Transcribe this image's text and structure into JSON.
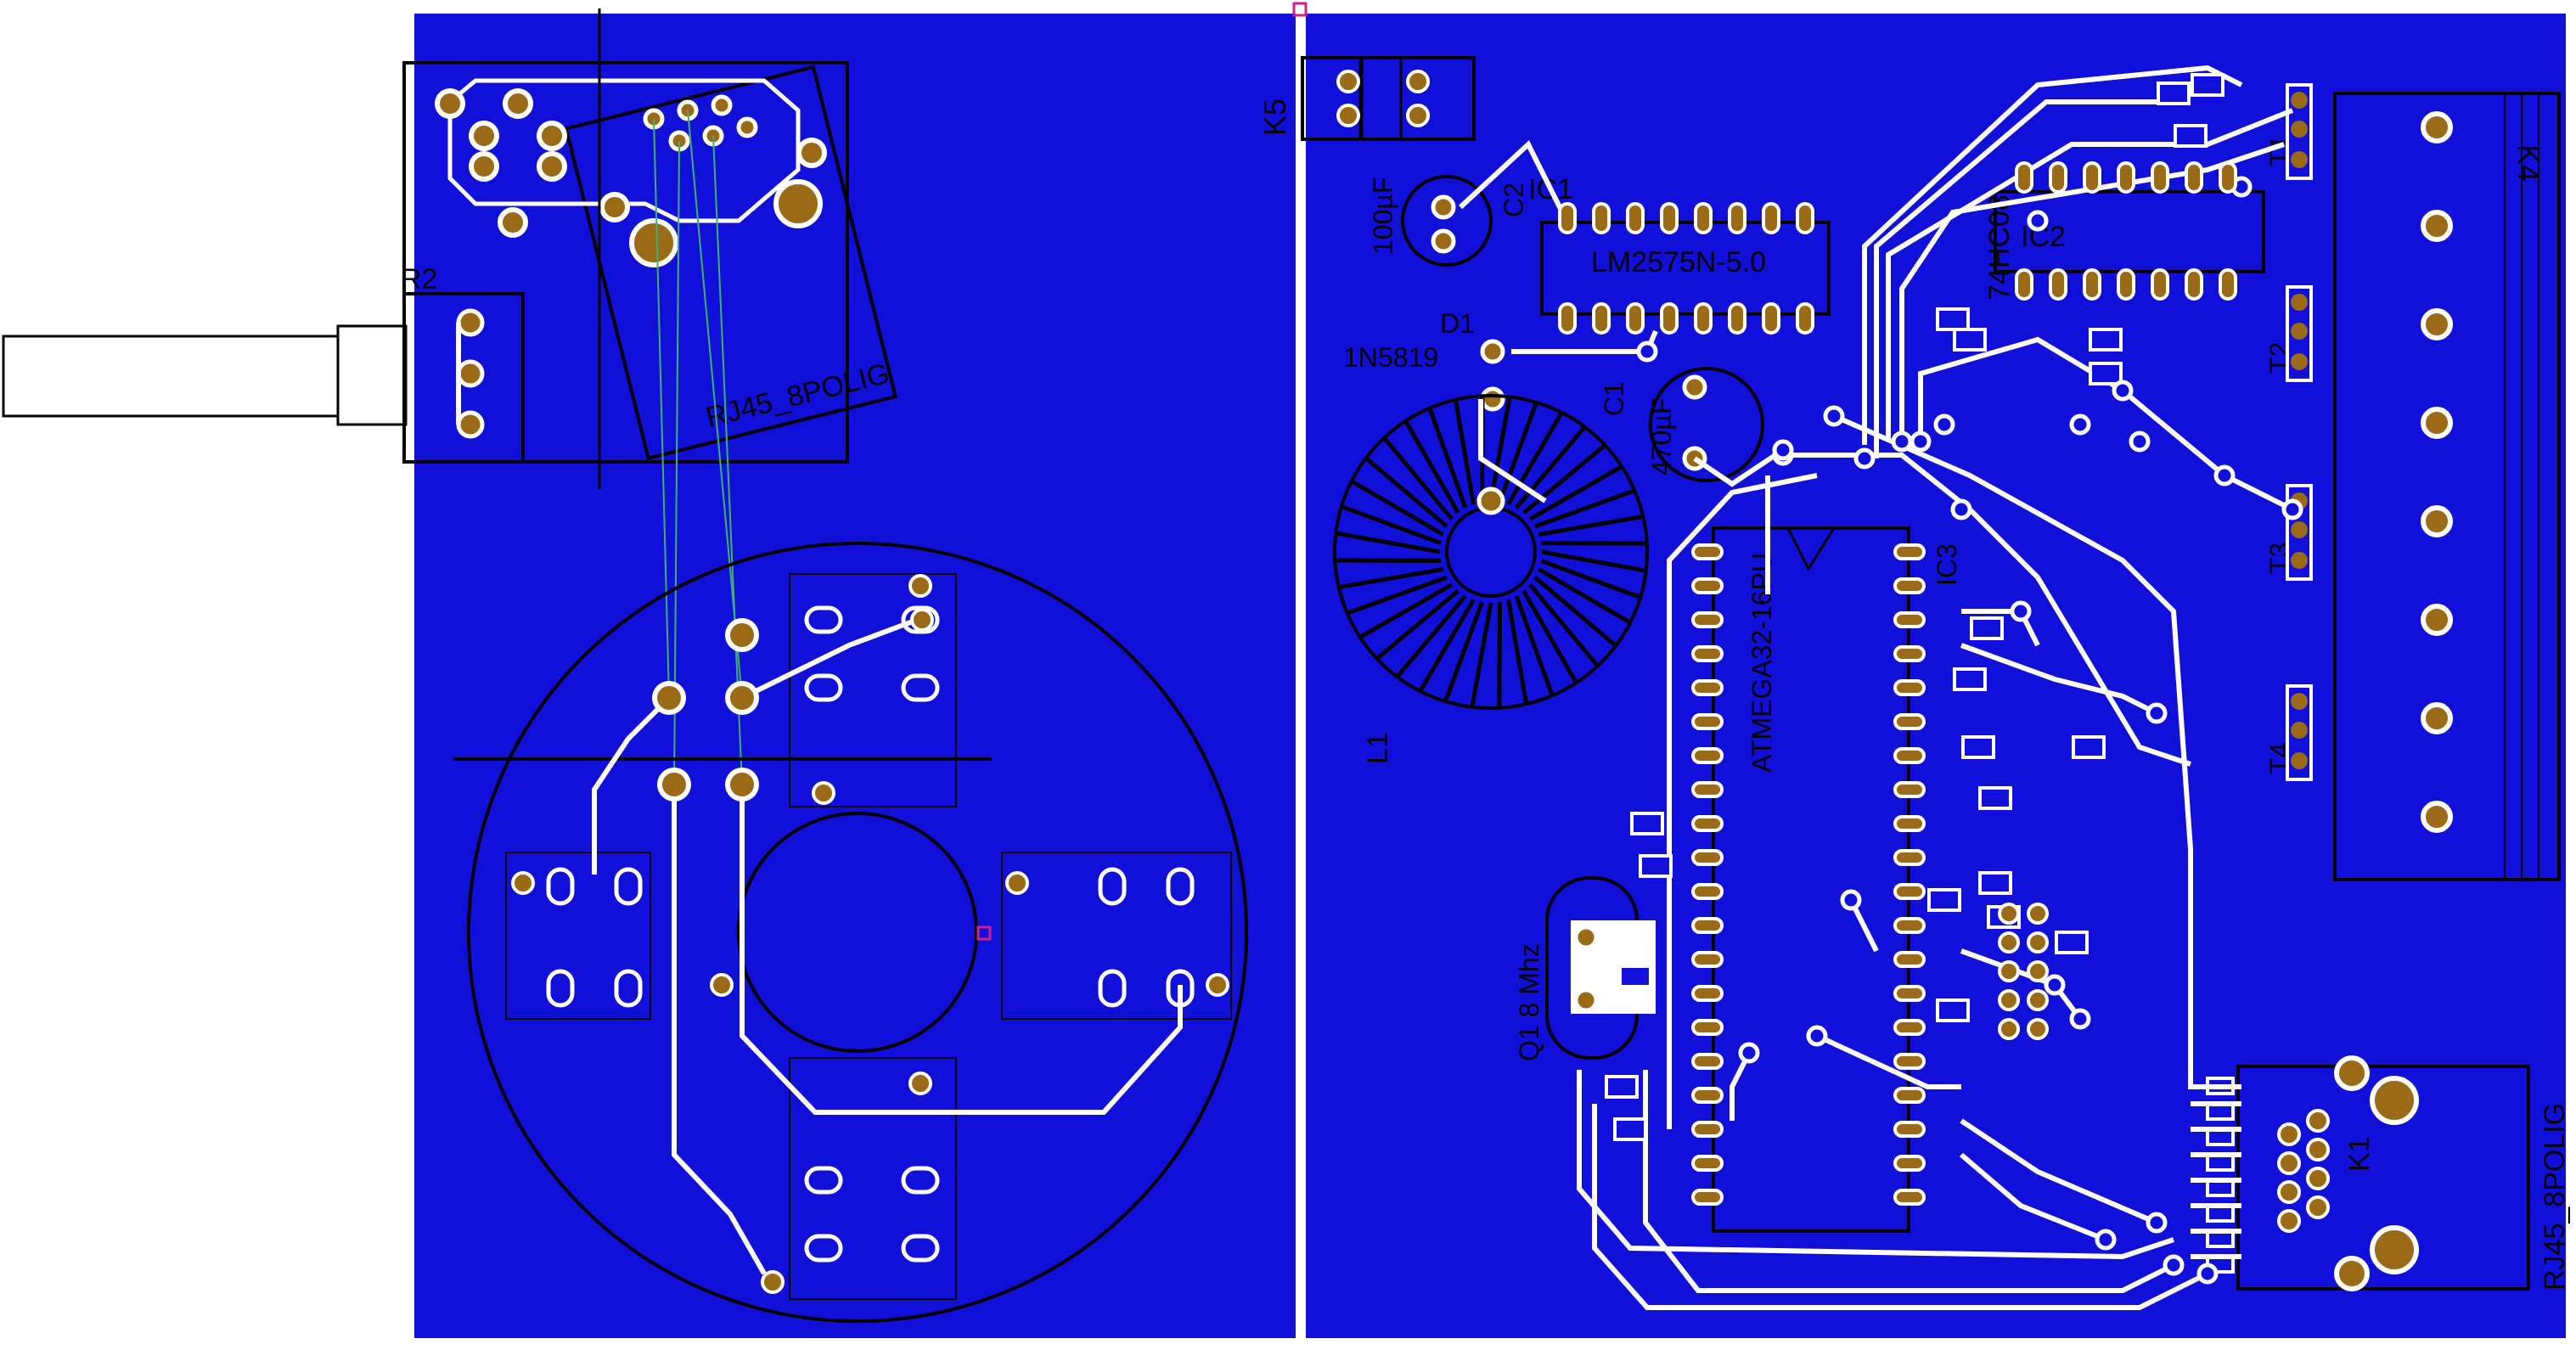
{
  "colors": {
    "board_fill": "#1010d8",
    "trace": "#ffffff",
    "pad_copper": "#9a6a16",
    "outline": "#000000",
    "airwire": "#3fb070",
    "marker": "#cc2288"
  },
  "labels": {
    "k5": "K5",
    "ic1_ref": "IC1",
    "ic1_part": "LM2575N-5.0",
    "cap_100": "100µF",
    "cap_470": "470µF",
    "c2": "C2",
    "c1": "C1",
    "d1": "D1",
    "d1_part": "1N5819",
    "l1": "L1",
    "ic2_ref": "IC2",
    "ic2_part": "74HC08",
    "ic3_ref": "IC3",
    "ic3_part": "ATMEGA32-16PU",
    "q1": "Q1 8 Mhz",
    "k4": "K4",
    "t1": "T1",
    "t2": "T2",
    "t3": "T3",
    "t4": "T4",
    "k1": "K1",
    "k1_part": "RJ45_8POLIG",
    "k3_part": "RJ45_8POLIG",
    "r2": "R2"
  }
}
